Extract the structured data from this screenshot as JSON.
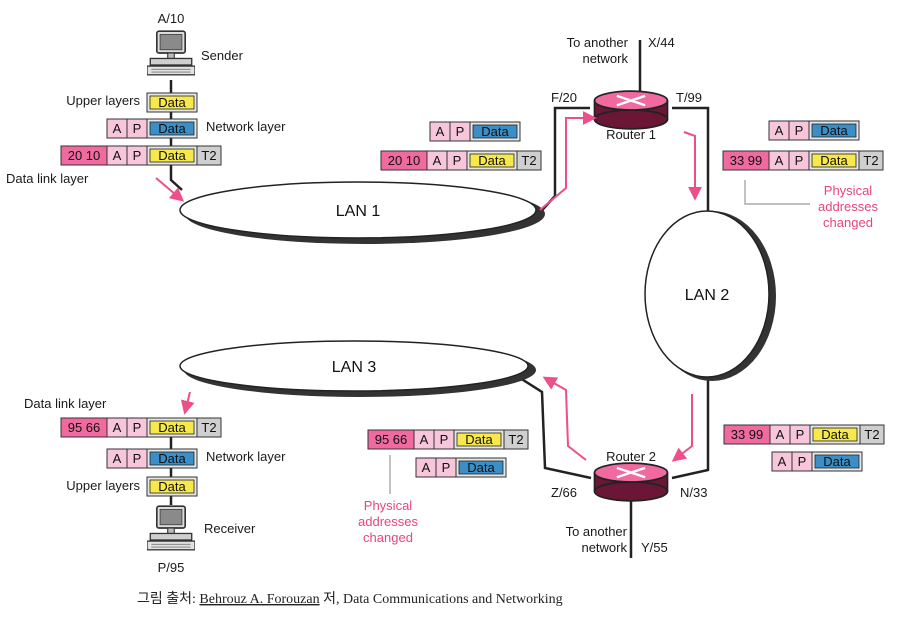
{
  "colors": {
    "pink": "#f06aa0",
    "pink_light": "#f7c6da",
    "yellow": "#f7e84b",
    "blue": "#3b8fc6",
    "gray": "#cfcfcf",
    "arrow": "#ec4f8a"
  },
  "icons": {
    "computer": "computer-icon",
    "router": "router-icon"
  },
  "sender": {
    "address": "A/10",
    "label": "Sender"
  },
  "receiver": {
    "address": "P/95",
    "label": "Receiver"
  },
  "layers": {
    "upper": "Upper layers",
    "network": "Network layer",
    "datalink": "Data link layer"
  },
  "lans": {
    "lan1": "LAN 1",
    "lan2": "LAN 2",
    "lan3": "LAN 3"
  },
  "router1": {
    "label": "Router 1",
    "left_port": "F/20",
    "right_port": "T/99",
    "top_port": "X/44",
    "top_text_1": "To another",
    "top_text_2": "network"
  },
  "router2": {
    "label": "Router 2",
    "left_port": "Z/66",
    "right_port": "N/33",
    "bottom_port": "Y/55",
    "bottom_text_1": "To another",
    "bottom_text_2": "network"
  },
  "packet": {
    "a": "A",
    "p": "P",
    "data": "Data",
    "trailer": "T2"
  },
  "frames": {
    "sender": "20 10",
    "lan1": "20 10",
    "lan2_top": "33 99",
    "lan2_bottom": "33 99",
    "lan3": "95 66",
    "receiver": "95 66"
  },
  "notes": {
    "right_1": "Physical",
    "right_2": "addresses",
    "right_3": "changed",
    "left_1": "Physical",
    "left_2": "addresses",
    "left_3": "changed"
  },
  "caption": {
    "prefix": "그림 출처: ",
    "author": "Behrouz A. Forouzan",
    "suffix": " 저, Data Communications and Networking"
  }
}
